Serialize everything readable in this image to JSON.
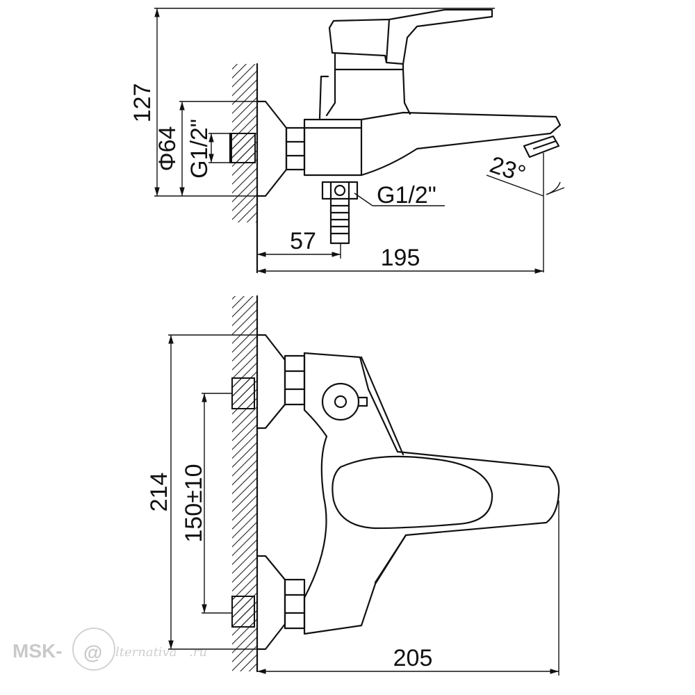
{
  "dimensions": {
    "height_127": "127",
    "diam_64": "Φ64",
    "thread_inlet": "G1/2\"",
    "thread_outlet": "G1/2\"",
    "angle": "23°",
    "offset_57": "57",
    "depth_195": "195",
    "height_214": "214",
    "centers_150": "150±10",
    "length_205": "205"
  },
  "watermark": {
    "prefix": "MSK-",
    "at": "@",
    "script": "lternativa",
    "suffix": ".ru"
  }
}
